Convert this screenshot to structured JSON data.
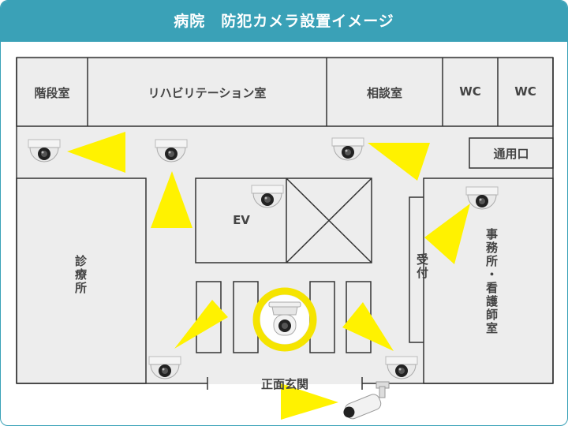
{
  "header": {
    "title": "病院　防犯カメラ設置イメージ"
  },
  "colors": {
    "header_bg": "#3aa1b7",
    "floor": "#ededed",
    "wall": "#333333",
    "camera_cone": "#fff200",
    "highlight_ring": "#f5e400"
  },
  "rooms": {
    "stairs": "階段室",
    "rehab": "リハビリテーション室",
    "consult": "相談室",
    "wc1": "WC",
    "wc2": "WC",
    "service_exit": "通用口",
    "clinic": "診療所",
    "elevator": "EV",
    "reception": "受付",
    "office": "事務所・看護師室",
    "main_entrance": "正面玄関"
  },
  "icons": [
    "dome-camera-icon",
    "ptz-camera-icon",
    "bullet-camera-icon"
  ]
}
